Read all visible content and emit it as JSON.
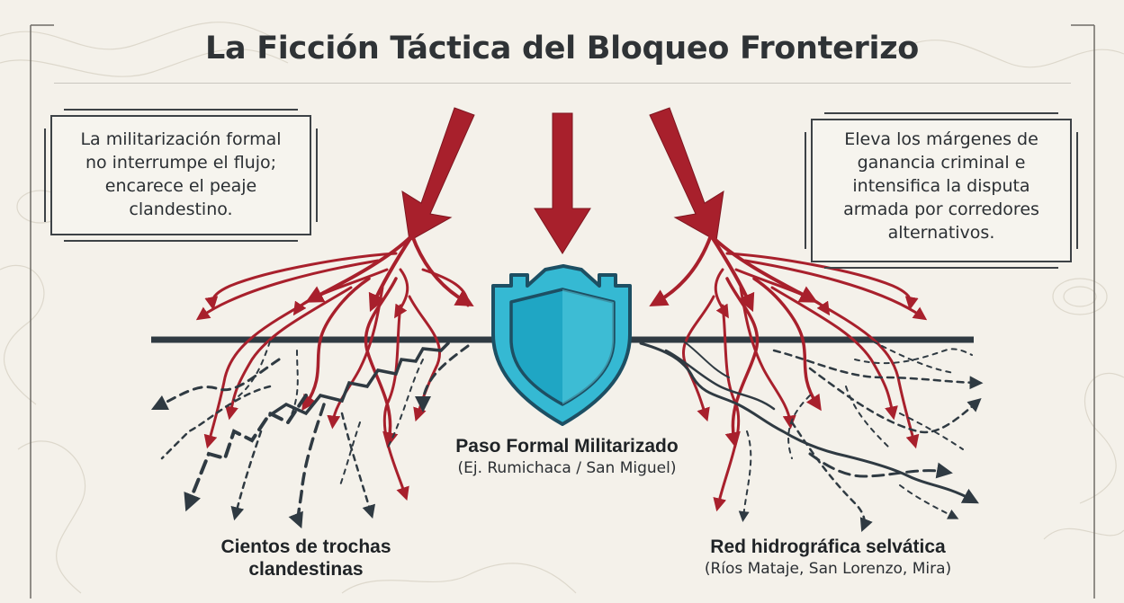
{
  "title": "La Ficción Táctica del Bloqueo Fronterizo",
  "callouts": {
    "left": "La militarización formal\nno interrumpe el flujo;\nencarece el peaje\nclandestino.",
    "right": "Eleva los márgenes de\nganancia criminal e\nintensifica la disputa\narmada por corredores\nalternativos."
  },
  "labels": {
    "center_title": "Paso Formal Militarizado",
    "center_sub": "(Ej. Rumichaca / San Miguel)",
    "left_title": "Cientos de trochas\nclandestinas",
    "right_title": "Red hidrográfica selvática",
    "right_sub": "(Ríos Mataje, San Lorenzo, Mira)"
  },
  "icons": [
    "shield-icon",
    "pressure-arrow-icon",
    "trail-arrow-icon",
    "river-icon"
  ],
  "colors": {
    "arrow_red": "#a8202c",
    "border_line": "#2f3a42",
    "shield_fill": "#35b9d3",
    "shield_stroke": "#1d4f63",
    "background": "#f4f1ea"
  }
}
